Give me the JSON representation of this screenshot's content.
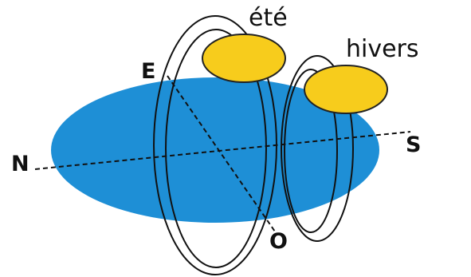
{
  "labels": {
    "summer": "été",
    "winter": "hivers",
    "east": "E",
    "north": "N",
    "south": "S",
    "west": "O"
  },
  "colors": {
    "ground": "#1e8fd6",
    "sun_fill": "#f7cc1c",
    "sun_stroke": "#222222",
    "orbit_stroke": "#111111",
    "axis_stroke": "#111111",
    "background": "#ffffff"
  },
  "icons": {
    "summer_sun": "sun-icon",
    "winter_sun": "sun-icon"
  }
}
